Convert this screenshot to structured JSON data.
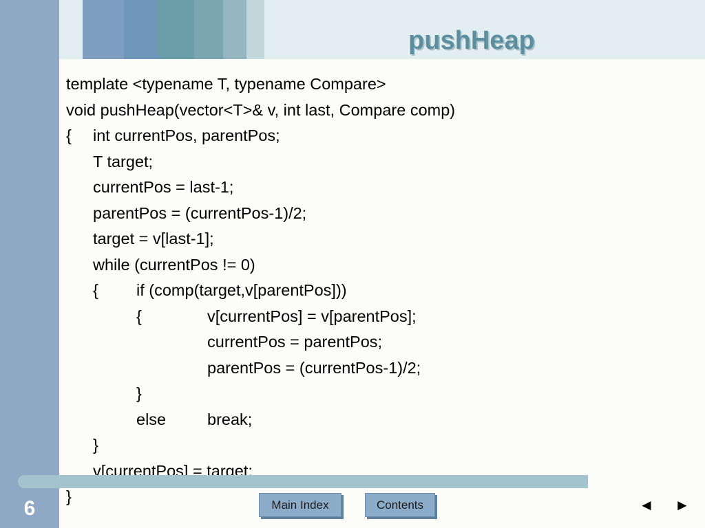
{
  "slide": {
    "title": "pushHeap",
    "page_number": "6"
  },
  "code": {
    "l01": "template <typename T, typename Compare>",
    "l02": "void pushHeap(vector<T>& v, int last, Compare comp)",
    "l03_brace": "{",
    "l03_text": "int currentPos, parentPos;",
    "l04": "T target;",
    "l05": "currentPos = last-1;",
    "l06": "parentPos = (currentPos-1)/2;",
    "l07": "target = v[last-1];",
    "l08": "while (currentPos != 0)",
    "l09_brace": "{",
    "l09_text": "if (comp(target,v[parentPos]))",
    "l10_brace": "{",
    "l10_text": "v[currentPos] = v[parentPos];",
    "l11": "currentPos = parentPos;",
    "l12": "parentPos = (currentPos-1)/2;",
    "l13": "}",
    "l14_else": "else",
    "l14_text": "break;",
    "l15": "}",
    "l16": "v[currentPos] = target;",
    "l17": "}"
  },
  "nav": {
    "main_index": "Main Index",
    "contents": "Contents",
    "prev": "◄",
    "next": "►"
  },
  "colors": {
    "title": "#5b8fa0",
    "sidebar": "#8fa9c4",
    "button": "#8cadc9"
  }
}
